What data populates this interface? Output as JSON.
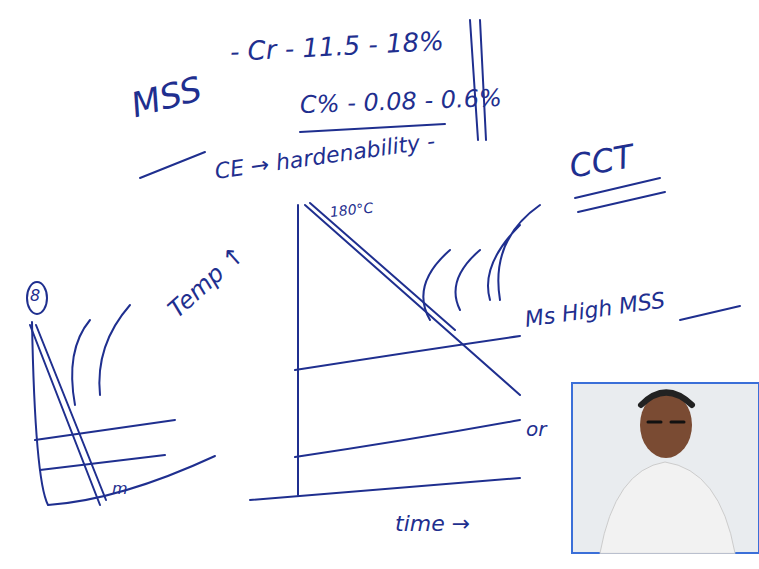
{
  "diagram": {
    "labels": [
      "MSS",
      "- Cr - 11.5 - 18%",
      "C% - 0.08 - 0.6%",
      "CE → hardenability -",
      "180°C",
      "CCT",
      "Temp ↑",
      "time →",
      "Ms High MSS",
      "or",
      "8",
      "m"
    ]
  }
}
